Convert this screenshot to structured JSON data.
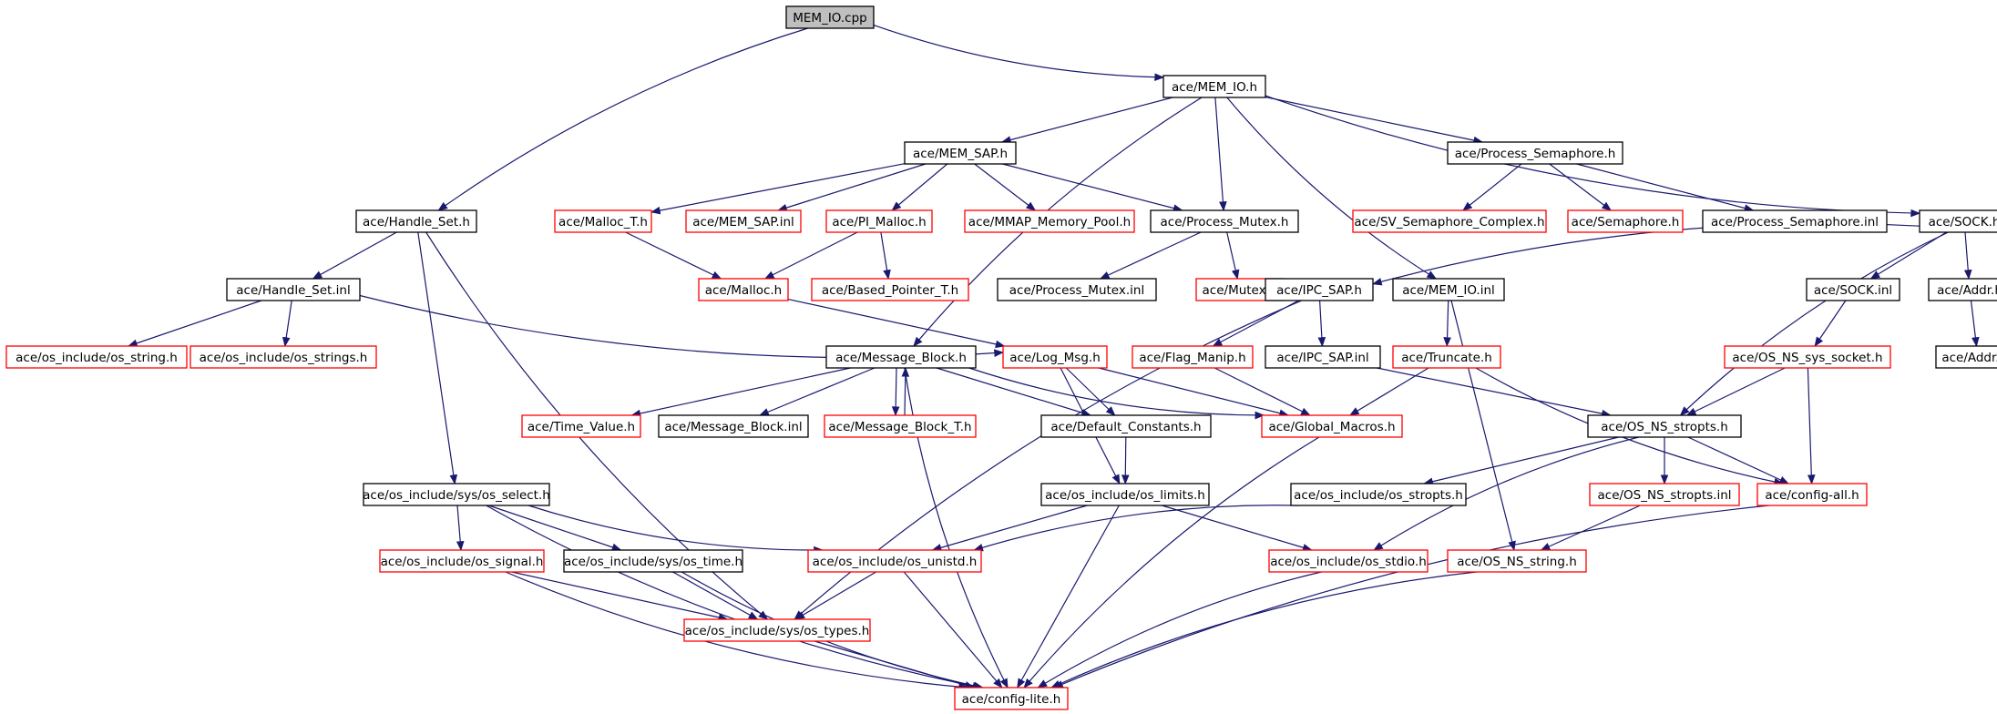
{
  "colors": {
    "edge": "#191970",
    "root_fill": "#bfbfbf",
    "border_black": "#000000",
    "border_red": "#ff0000"
  },
  "nodes": [
    {
      "id": "n_cpp",
      "label": "MEM_IO.cpp",
      "style": "root"
    },
    {
      "id": "n_memio_h",
      "label": "ace/MEM_IO.h",
      "style": "black"
    },
    {
      "id": "n_handle_set_h",
      "label": "ace/Handle_Set.h",
      "style": "black"
    },
    {
      "id": "n_mem_sap_h",
      "label": "ace/MEM_SAP.h",
      "style": "black"
    },
    {
      "id": "n_proc_sem_h",
      "label": "ace/Process_Semaphore.h",
      "style": "black"
    },
    {
      "id": "n_malloc_t_h",
      "label": "ace/Malloc_T.h",
      "style": "red"
    },
    {
      "id": "n_mem_sap_inl",
      "label": "ace/MEM_SAP.inl",
      "style": "red"
    },
    {
      "id": "n_pi_malloc_h",
      "label": "ace/PI_Malloc.h",
      "style": "red"
    },
    {
      "id": "n_mmap_pool_h",
      "label": "ace/MMAP_Memory_Pool.h",
      "style": "red"
    },
    {
      "id": "n_proc_mutex_h",
      "label": "ace/Process_Mutex.h",
      "style": "black"
    },
    {
      "id": "n_sv_sem_h",
      "label": "ace/SV_Semaphore_Complex.h",
      "style": "red"
    },
    {
      "id": "n_semaphore_h",
      "label": "ace/Semaphore.h",
      "style": "red"
    },
    {
      "id": "n_proc_sem_inl",
      "label": "ace/Process_Semaphore.inl",
      "style": "black"
    },
    {
      "id": "n_sock_h",
      "label": "ace/SOCK.h",
      "style": "black"
    },
    {
      "id": "n_handle_set_inl",
      "label": "ace/Handle_Set.inl",
      "style": "black"
    },
    {
      "id": "n_malloc_h",
      "label": "ace/Malloc.h",
      "style": "red"
    },
    {
      "id": "n_based_ptr_h",
      "label": "ace/Based_Pointer_T.h",
      "style": "red"
    },
    {
      "id": "n_proc_mutex_inl",
      "label": "ace/Process_Mutex.inl",
      "style": "black"
    },
    {
      "id": "n_mutex_h",
      "label": "ace/Mutex.h",
      "style": "red"
    },
    {
      "id": "n_ipc_sap_h",
      "label": "ace/IPC_SAP.h",
      "style": "black"
    },
    {
      "id": "n_memio_inl",
      "label": "ace/MEM_IO.inl",
      "style": "black"
    },
    {
      "id": "n_sock_inl",
      "label": "ace/SOCK.inl",
      "style": "black"
    },
    {
      "id": "n_addr_h",
      "label": "ace/Addr.h",
      "style": "black"
    },
    {
      "id": "n_os_string_h",
      "label": "ace/os_include/os_string.h",
      "style": "red"
    },
    {
      "id": "n_os_strings_h",
      "label": "ace/os_include/os_strings.h",
      "style": "red"
    },
    {
      "id": "n_msg_block_h",
      "label": "ace/Message_Block.h",
      "style": "black"
    },
    {
      "id": "n_log_msg_h",
      "label": "ace/Log_Msg.h",
      "style": "red"
    },
    {
      "id": "n_flag_manip_h",
      "label": "ace/Flag_Manip.h",
      "style": "red"
    },
    {
      "id": "n_ipc_sap_inl",
      "label": "ace/IPC_SAP.inl",
      "style": "black"
    },
    {
      "id": "n_truncate_h",
      "label": "ace/Truncate.h",
      "style": "red"
    },
    {
      "id": "n_os_ns_sys_socket_h",
      "label": "ace/OS_NS_sys_socket.h",
      "style": "red"
    },
    {
      "id": "n_addr_inl",
      "label": "ace/Addr.inl",
      "style": "black"
    },
    {
      "id": "n_time_value_h",
      "label": "ace/Time_Value.h",
      "style": "red"
    },
    {
      "id": "n_msg_block_inl",
      "label": "ace/Message_Block.inl",
      "style": "black"
    },
    {
      "id": "n_msg_block_t_h",
      "label": "ace/Message_Block_T.h",
      "style": "red"
    },
    {
      "id": "n_default_const_h",
      "label": "ace/Default_Constants.h",
      "style": "black"
    },
    {
      "id": "n_global_macros_h",
      "label": "ace/Global_Macros.h",
      "style": "red"
    },
    {
      "id": "n_os_ns_stropts_h",
      "label": "ace/OS_NS_stropts.h",
      "style": "black"
    },
    {
      "id": "n_os_select_h",
      "label": "ace/os_include/sys/os_select.h",
      "style": "black"
    },
    {
      "id": "n_os_limits_h",
      "label": "ace/os_include/os_limits.h",
      "style": "black"
    },
    {
      "id": "n_os_stropts_h",
      "label": "ace/os_include/os_stropts.h",
      "style": "black"
    },
    {
      "id": "n_os_ns_stropts_inl",
      "label": "ace/OS_NS_stropts.inl",
      "style": "red"
    },
    {
      "id": "n_config_all_h",
      "label": "ace/config-all.h",
      "style": "red"
    },
    {
      "id": "n_os_signal_h",
      "label": "ace/os_include/os_signal.h",
      "style": "red"
    },
    {
      "id": "n_os_time_h",
      "label": "ace/os_include/sys/os_time.h",
      "style": "black"
    },
    {
      "id": "n_os_unistd_h",
      "label": "ace/os_include/os_unistd.h",
      "style": "red"
    },
    {
      "id": "n_os_stdio_h",
      "label": "ace/os_include/os_stdio.h",
      "style": "red"
    },
    {
      "id": "n_os_ns_string_h",
      "label": "ace/OS_NS_string.h",
      "style": "red"
    },
    {
      "id": "n_os_types_h",
      "label": "ace/os_include/sys/os_types.h",
      "style": "red"
    },
    {
      "id": "n_config_lite_h",
      "label": "ace/config-lite.h",
      "style": "red"
    }
  ],
  "edges": [
    [
      "n_cpp",
      "n_memio_h"
    ],
    [
      "n_cpp",
      "n_handle_set_h"
    ],
    [
      "n_memio_h",
      "n_mem_sap_h"
    ],
    [
      "n_memio_h",
      "n_proc_sem_h"
    ],
    [
      "n_memio_h",
      "n_proc_mutex_h"
    ],
    [
      "n_memio_h",
      "n_memio_inl"
    ],
    [
      "n_memio_h",
      "n_sock_h"
    ],
    [
      "n_memio_h",
      "n_msg_block_h"
    ],
    [
      "n_mem_sap_h",
      "n_malloc_t_h"
    ],
    [
      "n_mem_sap_h",
      "n_mem_sap_inl"
    ],
    [
      "n_mem_sap_h",
      "n_pi_malloc_h"
    ],
    [
      "n_mem_sap_h",
      "n_mmap_pool_h"
    ],
    [
      "n_mem_sap_h",
      "n_proc_mutex_h"
    ],
    [
      "n_proc_sem_h",
      "n_sv_sem_h"
    ],
    [
      "n_proc_sem_h",
      "n_semaphore_h"
    ],
    [
      "n_proc_sem_h",
      "n_proc_sem_inl"
    ],
    [
      "n_handle_set_h",
      "n_handle_set_inl"
    ],
    [
      "n_handle_set_h",
      "n_os_select_h"
    ],
    [
      "n_handle_set_h",
      "n_os_types_h"
    ],
    [
      "n_handle_set_inl",
      "n_os_string_h"
    ],
    [
      "n_handle_set_inl",
      "n_os_strings_h"
    ],
    [
      "n_handle_set_inl",
      "n_log_msg_h"
    ],
    [
      "n_malloc_t_h",
      "n_malloc_h"
    ],
    [
      "n_pi_malloc_h",
      "n_malloc_h"
    ],
    [
      "n_pi_malloc_h",
      "n_based_ptr_h"
    ],
    [
      "n_malloc_h",
      "n_log_msg_h"
    ],
    [
      "n_proc_mutex_h",
      "n_proc_mutex_inl"
    ],
    [
      "n_proc_mutex_h",
      "n_mutex_h"
    ],
    [
      "n_sock_h",
      "n_ipc_sap_h"
    ],
    [
      "n_sock_h",
      "n_sock_inl"
    ],
    [
      "n_sock_h",
      "n_addr_h"
    ],
    [
      "n_sock_h",
      "n_os_ns_stropts_h"
    ],
    [
      "n_sock_inl",
      "n_os_ns_sys_socket_h"
    ],
    [
      "n_addr_h",
      "n_addr_inl"
    ],
    [
      "n_ipc_sap_h",
      "n_flag_manip_h"
    ],
    [
      "n_ipc_sap_h",
      "n_ipc_sap_inl"
    ],
    [
      "n_ipc_sap_h",
      "n_os_types_h"
    ],
    [
      "n_memio_inl",
      "n_truncate_h"
    ],
    [
      "n_memio_inl",
      "n_os_ns_string_h"
    ],
    [
      "n_msg_block_h",
      "n_time_value_h"
    ],
    [
      "n_msg_block_h",
      "n_msg_block_inl"
    ],
    [
      "n_msg_block_h",
      "n_msg_block_t_h"
    ],
    [
      "n_msg_block_t_h",
      "n_msg_block_h"
    ],
    [
      "n_msg_block_h",
      "n_default_const_h"
    ],
    [
      "n_msg_block_h",
      "n_global_macros_h"
    ],
    [
      "n_msg_block_h",
      "n_config_lite_h"
    ],
    [
      "n_log_msg_h",
      "n_default_const_h"
    ],
    [
      "n_log_msg_h",
      "n_global_macros_h"
    ],
    [
      "n_log_msg_h",
      "n_os_limits_h"
    ],
    [
      "n_flag_manip_h",
      "n_global_macros_h"
    ],
    [
      "n_ipc_sap_inl",
      "n_os_ns_stropts_h"
    ],
    [
      "n_truncate_h",
      "n_global_macros_h"
    ],
    [
      "n_truncate_h",
      "n_config_all_h"
    ],
    [
      "n_os_ns_sys_socket_h",
      "n_os_ns_stropts_h"
    ],
    [
      "n_os_ns_sys_socket_h",
      "n_config_all_h"
    ],
    [
      "n_default_const_h",
      "n_os_limits_h"
    ],
    [
      "n_global_macros_h",
      "n_config_lite_h"
    ],
    [
      "n_os_ns_stropts_h",
      "n_os_stropts_h"
    ],
    [
      "n_os_ns_stropts_h",
      "n_os_ns_stropts_inl"
    ],
    [
      "n_os_ns_stropts_h",
      "n_config_all_h"
    ],
    [
      "n_os_ns_stropts_h",
      "n_os_stdio_h"
    ],
    [
      "n_os_select_h",
      "n_os_signal_h"
    ],
    [
      "n_os_select_h",
      "n_os_time_h"
    ],
    [
      "n_os_select_h",
      "n_os_unistd_h"
    ],
    [
      "n_os_select_h",
      "n_config_lite_h"
    ],
    [
      "n_os_limits_h",
      "n_os_unistd_h"
    ],
    [
      "n_os_limits_h",
      "n_os_stdio_h"
    ],
    [
      "n_os_limits_h",
      "n_config_lite_h"
    ],
    [
      "n_os_stropts_h",
      "n_os_unistd_h"
    ],
    [
      "n_os_ns_stropts_inl",
      "n_os_ns_string_h"
    ],
    [
      "n_config_all_h",
      "n_config_lite_h"
    ],
    [
      "n_os_signal_h",
      "n_os_types_h"
    ],
    [
      "n_os_signal_h",
      "n_config_lite_h"
    ],
    [
      "n_os_time_h",
      "n_os_types_h"
    ],
    [
      "n_os_time_h",
      "n_config_lite_h"
    ],
    [
      "n_os_unistd_h",
      "n_os_types_h"
    ],
    [
      "n_os_unistd_h",
      "n_config_lite_h"
    ],
    [
      "n_os_stdio_h",
      "n_config_lite_h"
    ],
    [
      "n_os_ns_string_h",
      "n_config_lite_h"
    ],
    [
      "n_os_types_h",
      "n_config_lite_h"
    ]
  ]
}
